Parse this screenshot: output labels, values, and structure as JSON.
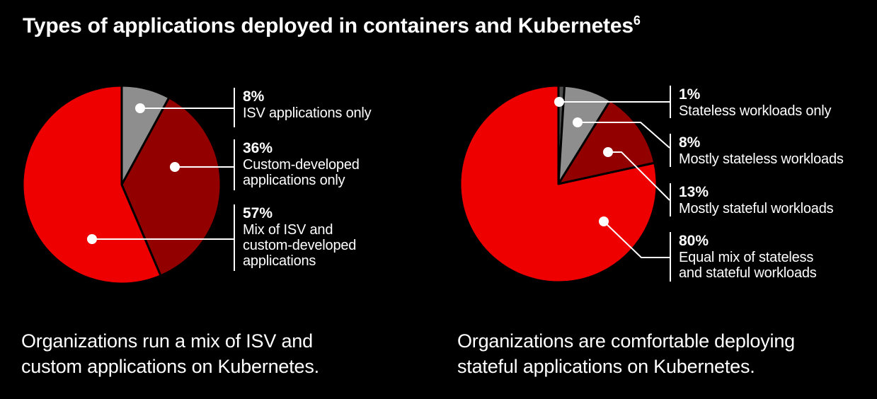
{
  "title": {
    "text": "Types of applications deployed in containers and Kubernetes",
    "superscript": "6"
  },
  "colors": {
    "background": "#000000",
    "bright_red": "#ee0000",
    "dark_red": "#930000",
    "gray": "#8e8e8e",
    "dark_gray": "#4d4d4d",
    "leader_line": "#ffffff",
    "text": "#ffffff"
  },
  "chart_data": [
    {
      "type": "pie",
      "position": "left",
      "start": "12 o'clock, clockwise",
      "legend_position": "right callouts with leader lines",
      "slices": [
        {
          "pct_label": "8%",
          "value": 8,
          "label": "ISV applications only",
          "label_lines": [
            "ISV applications only"
          ],
          "color": "#8e8e8e"
        },
        {
          "pct_label": "36%",
          "value": 36,
          "label": "Custom-developed applications only",
          "label_lines": [
            "Custom-developed",
            "applications only"
          ],
          "color": "#930000"
        },
        {
          "pct_label": "57%",
          "value": 57,
          "label": "Mix of ISV and custom-developed applications",
          "label_lines": [
            "Mix of ISV and",
            "custom-developed",
            "applications"
          ],
          "color": "#ee0000"
        }
      ],
      "caption": "Organizations run a mix of ISV and\ncustom applications on Kubernetes."
    },
    {
      "type": "pie",
      "position": "right",
      "start": "12 o'clock, clockwise",
      "legend_position": "right callouts with leader lines",
      "slices": [
        {
          "pct_label": "1%",
          "value": 1,
          "label": "Stateless workloads only",
          "label_lines": [
            "Stateless workloads only"
          ],
          "color": "#4d4d4d"
        },
        {
          "pct_label": "8%",
          "value": 8,
          "label": "Mostly stateless workloads",
          "label_lines": [
            "Mostly stateless workloads"
          ],
          "color": "#8e8e8e"
        },
        {
          "pct_label": "13%",
          "value": 13,
          "label": "Mostly stateful workloads",
          "label_lines": [
            "Mostly stateful workloads"
          ],
          "color": "#930000"
        },
        {
          "pct_label": "80%",
          "value": 80,
          "label": "Equal mix of stateless and stateful workloads",
          "label_lines": [
            "Equal mix of stateless",
            "and stateful workloads"
          ],
          "color": "#ee0000"
        }
      ],
      "caption": "Organizations are comfortable deploying\nstateful applications on Kubernetes."
    }
  ]
}
